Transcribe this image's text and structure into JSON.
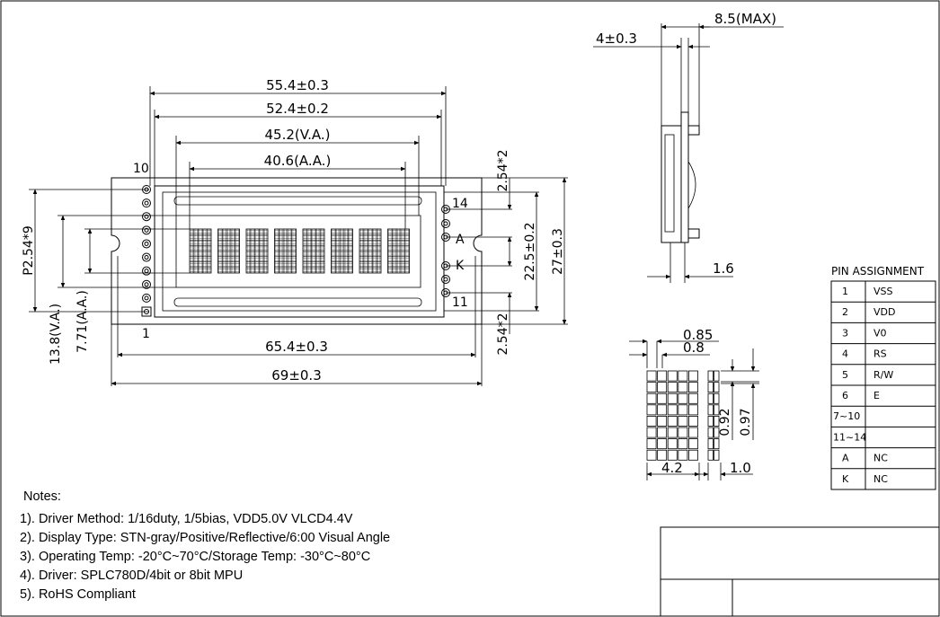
{
  "front_view": {
    "dim_55_4": "55.4±0.3",
    "dim_52_4": "52.4±0.2",
    "dim_45_2": "45.2(V.A.)",
    "dim_40_6": "40.6(A.A.)",
    "dim_65_4": "65.4±0.3",
    "dim_69": "69±0.3",
    "dim_p254": "P2.54*9",
    "dim_13_8": "13.8(V.A.)",
    "dim_7_71": "7.71(A.A.)",
    "dim_254_top": "2.54*2",
    "dim_254_bottom": "2.54*2",
    "dim_22_5": "22.5±0.2",
    "dim_27": "27±0.3",
    "pin_10": "10",
    "pin_1": "1",
    "pin_14": "14",
    "pin_a": "A",
    "pin_k": "K",
    "pin_11": "11"
  },
  "side_view": {
    "dim_8_5": "8.5(MAX)",
    "dim_4": "4±0.3",
    "dim_1_6": "1.6"
  },
  "char_detail": {
    "dim_0_85": "0.85",
    "dim_0_8": "0.8",
    "dim_0_92": "0.92",
    "dim_0_97": "0.97",
    "dim_4_2": "4.2",
    "dim_1_0": "1.0"
  },
  "pin_assignment": {
    "title": "PIN ASSIGNMENT",
    "rows": [
      {
        "pin": "1",
        "signal": "VSS"
      },
      {
        "pin": "2",
        "signal": "VDD"
      },
      {
        "pin": "3",
        "signal": "V0"
      },
      {
        "pin": "4",
        "signal": "RS"
      },
      {
        "pin": "5",
        "signal": "R/W"
      },
      {
        "pin": "6",
        "signal": "E"
      },
      {
        "pin": "7~10",
        "signal": ""
      },
      {
        "pin": "11~14",
        "signal": ""
      },
      {
        "pin": "A",
        "signal": "NC"
      },
      {
        "pin": "K",
        "signal": "NC"
      }
    ]
  },
  "notes": {
    "heading": "Notes:",
    "items": [
      "1). Driver Method: 1/16duty, 1/5bias, VDD5.0V VLCD4.4V",
      "2). Display Type: STN-gray/Positive/Reflective/6:00 Visual Angle",
      "3). Operating Temp: -20°C~70°C/Storage Temp: -30°C~80°C",
      "4). Driver: SPLC780D/4bit or 8bit MPU",
      "5). RoHS Compliant"
    ]
  }
}
